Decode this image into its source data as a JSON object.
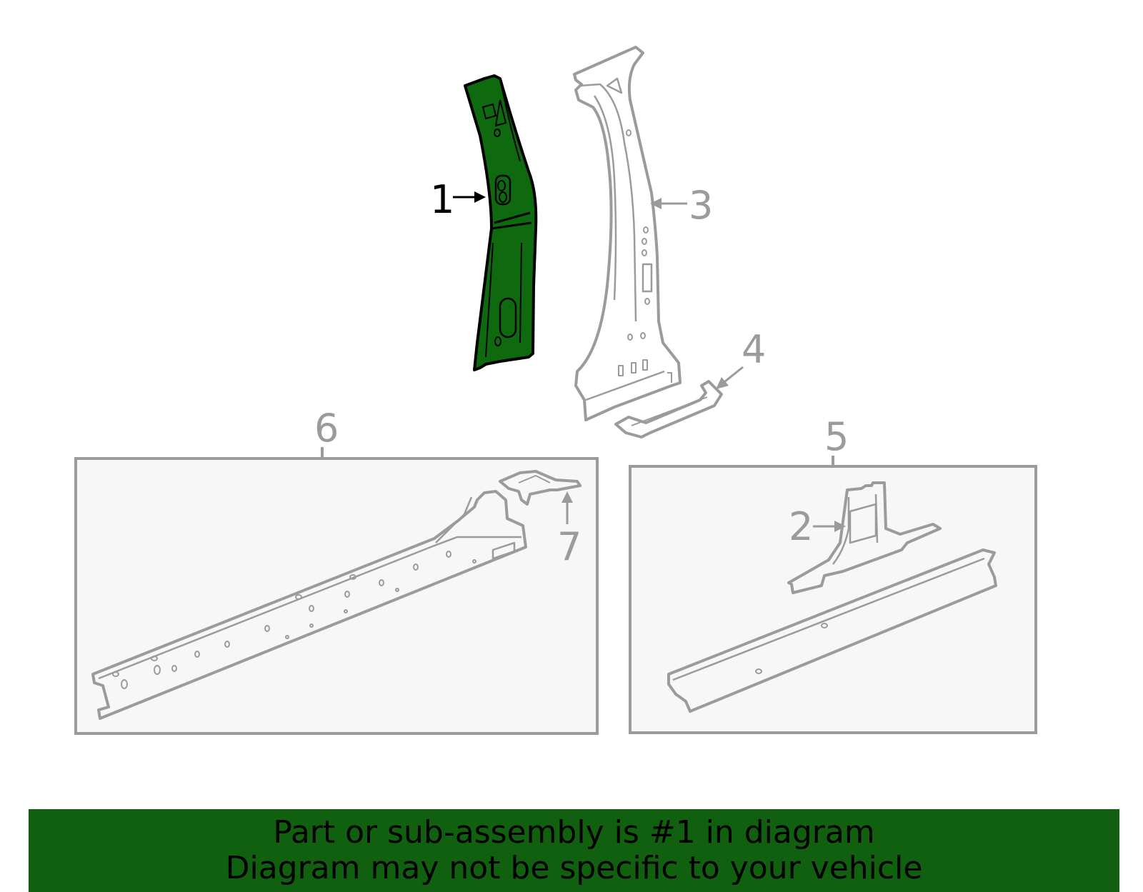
{
  "callouts": {
    "c1": "1",
    "c2": "2",
    "c3": "3",
    "c4": "4",
    "c5": "5",
    "c6": "6",
    "c7": "7"
  },
  "banner": {
    "line1": "Part or sub-assembly is #1 in diagram",
    "line2": "Diagram may not be specific to your vehicle"
  },
  "colors": {
    "highlight_part": "#0f6a0f",
    "banner_background": "#106010",
    "outline_gray": "#9b9b9b",
    "inset_background": "#f7f7f7"
  }
}
